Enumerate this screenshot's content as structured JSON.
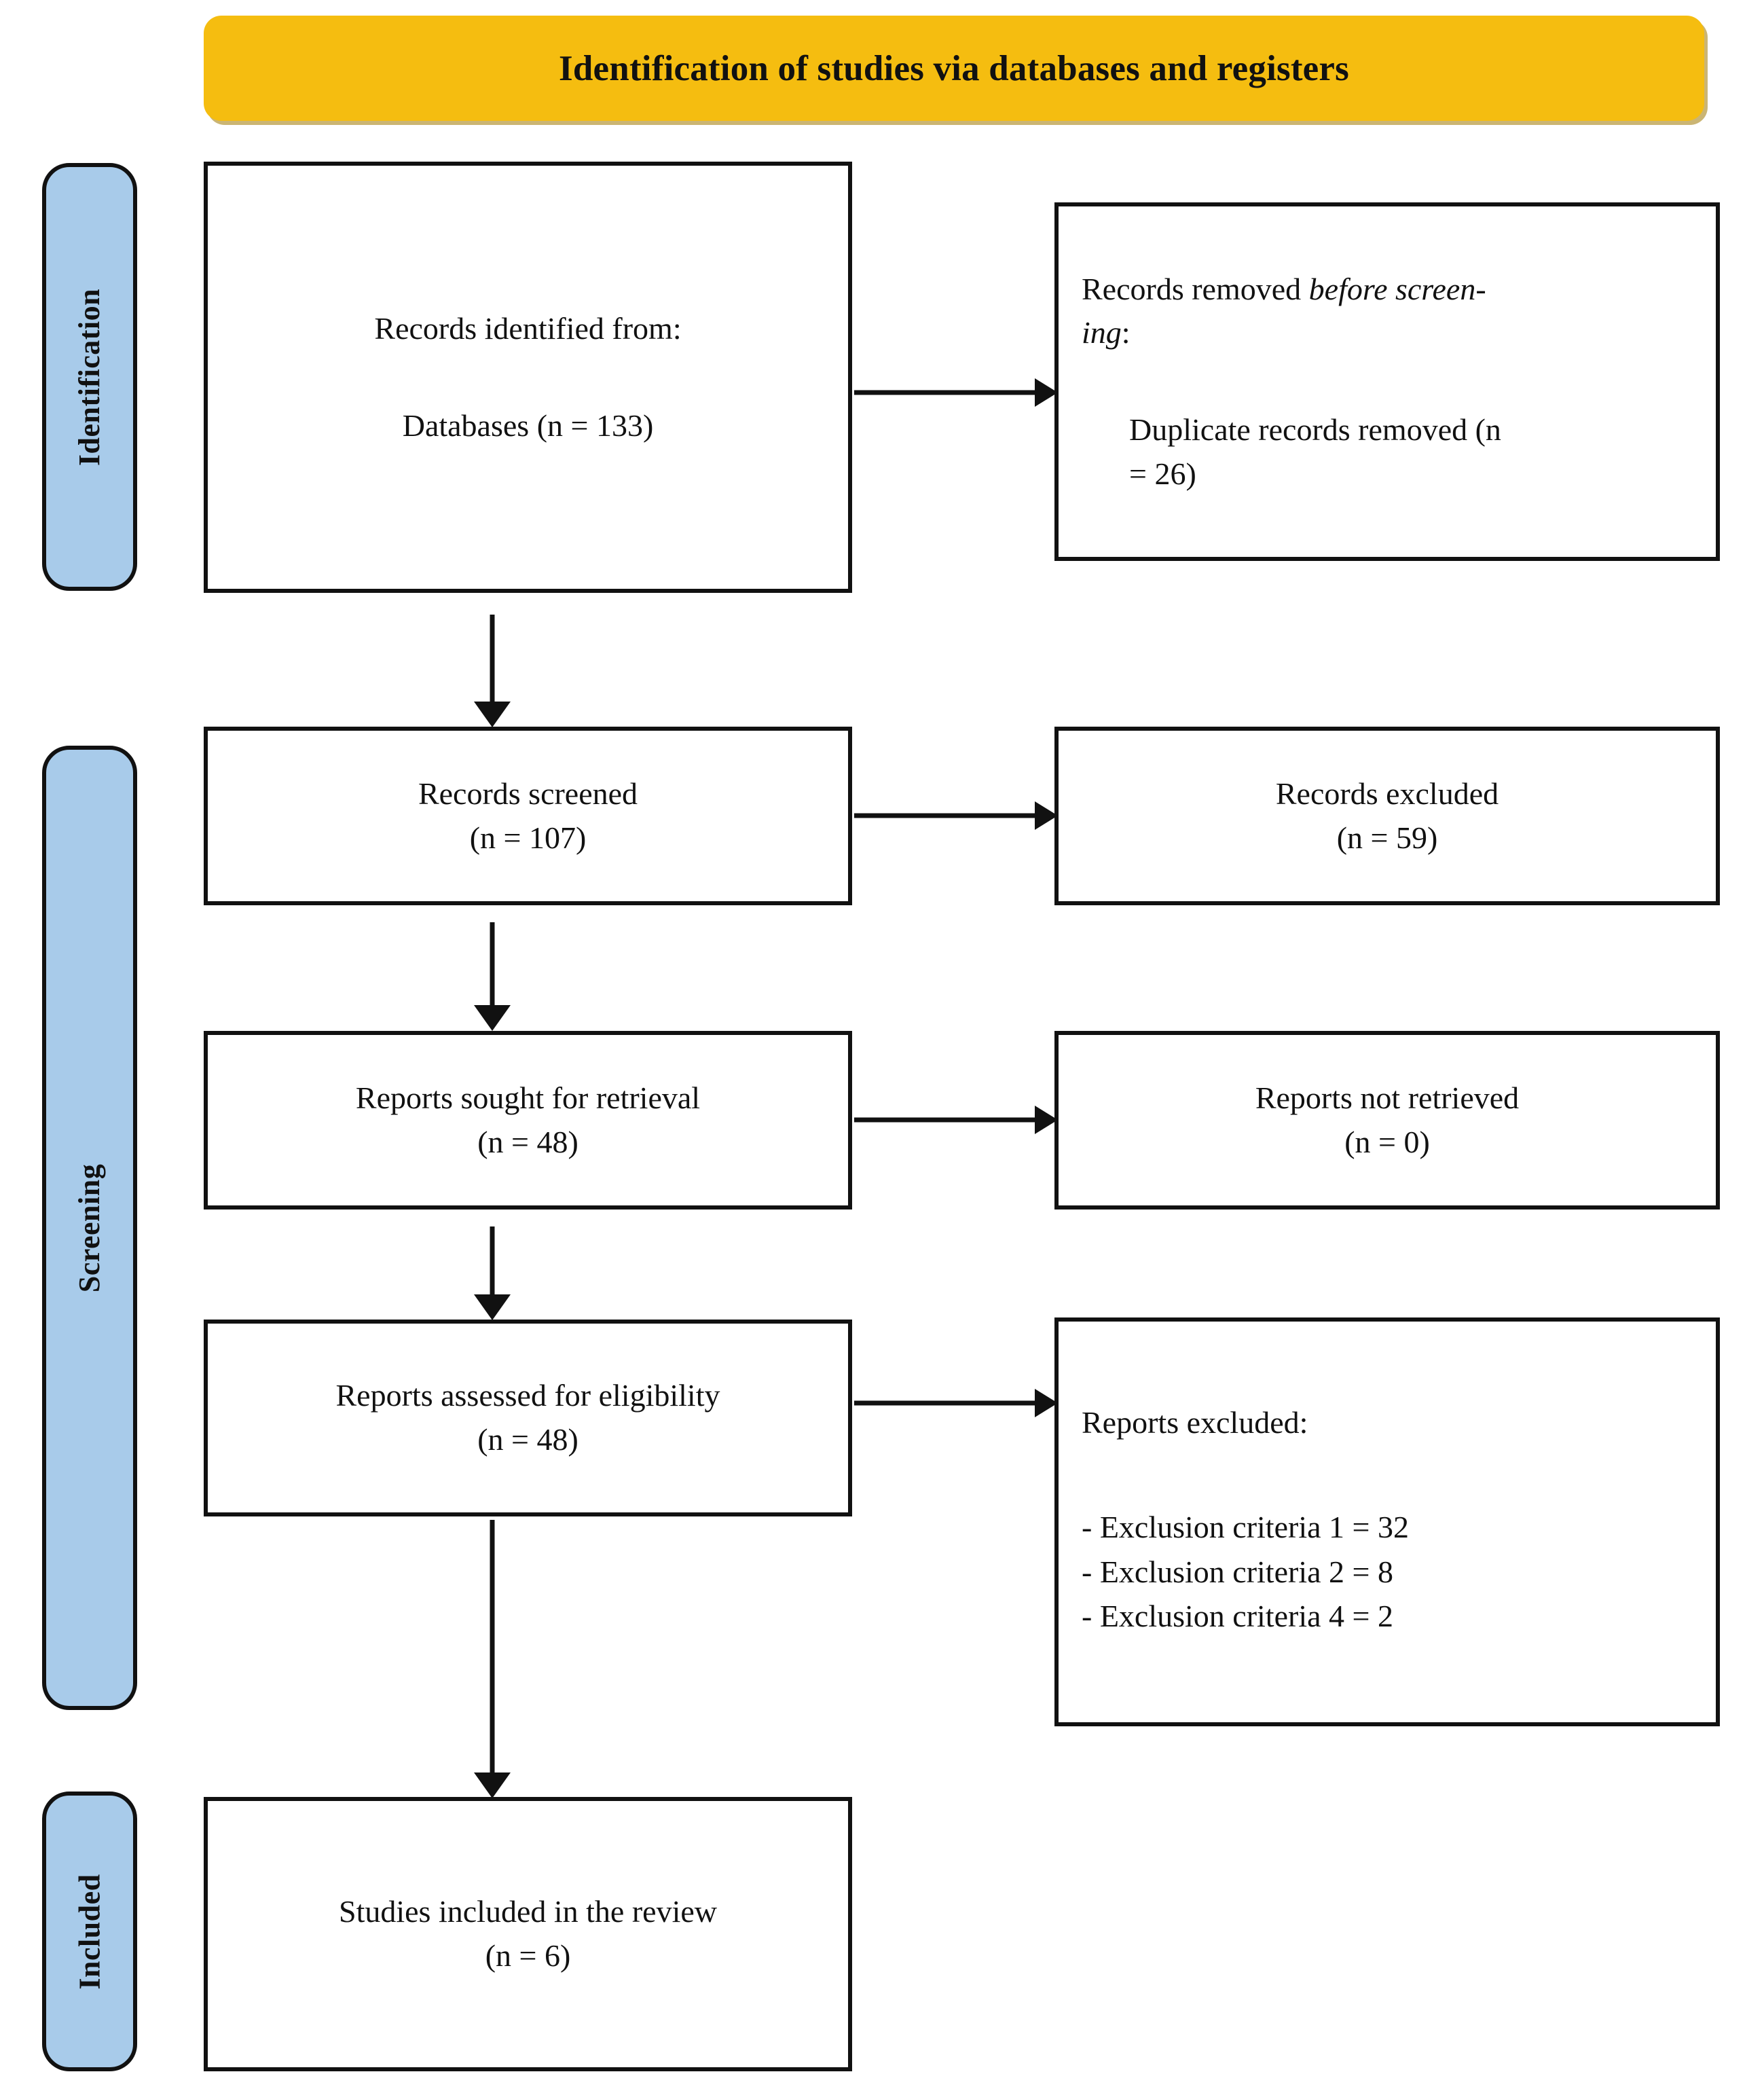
{
  "banner": {
    "title": "Identification of studies via databases and registers"
  },
  "phases": [
    {
      "key": "identification",
      "label": "Identification"
    },
    {
      "key": "screening",
      "label": "Screening"
    },
    {
      "key": "included",
      "label": "Included"
    }
  ],
  "boxes": {
    "identified": {
      "line1": "Records identified from:",
      "line2": "Databases (n = 133)"
    },
    "removed": {
      "line1_prefix": "Records removed ",
      "line1_italic": "before screen-",
      "line2_italic": "ing",
      "line2_suffix": ":",
      "line3": "Duplicate records removed (n",
      "line4": "= 26)"
    },
    "screened": {
      "line1": "Records screened",
      "line2": "(n = 107)"
    },
    "excluded": {
      "line1": "Records excluded",
      "line2": "(n = 59)"
    },
    "sought": {
      "line1": "Reports sought for retrieval",
      "line2": "(n = 48)"
    },
    "not_retrieved": {
      "line1": "Reports not retrieved",
      "line2": "(n = 0)"
    },
    "assessed": {
      "line1": "Reports assessed for eligibility",
      "line2": "(n = 48)"
    },
    "reports_excluded": {
      "title": "Reports excluded:",
      "items": [
        "- Exclusion criteria 1 = 32",
        "- Exclusion criteria 2 = 8",
        "- Exclusion criteria 4 = 2"
      ]
    },
    "included": {
      "line1": "Studies included in the review",
      "line2": "(n = 6)"
    }
  },
  "colors": {
    "banner_fill": "#F5BD10",
    "phase_fill": "#A8CBEA",
    "stroke": "#111111",
    "box_fill": "#FFFFFF"
  },
  "chart_data": {
    "type": "diagram",
    "title": "Identification of studies via databases and registers",
    "nodes": [
      {
        "id": "identified",
        "stage": "Identification",
        "label": "Records identified from: Databases",
        "n": 133
      },
      {
        "id": "removed",
        "stage": "Identification",
        "label": "Records removed before screening: Duplicate records removed",
        "n": 26
      },
      {
        "id": "screened",
        "stage": "Screening",
        "label": "Records screened",
        "n": 107
      },
      {
        "id": "excluded",
        "stage": "Screening",
        "label": "Records excluded",
        "n": 59
      },
      {
        "id": "sought",
        "stage": "Screening",
        "label": "Reports sought for retrieval",
        "n": 48
      },
      {
        "id": "not_retrieved",
        "stage": "Screening",
        "label": "Reports not retrieved",
        "n": 0
      },
      {
        "id": "assessed",
        "stage": "Screening",
        "label": "Reports assessed for eligibility",
        "n": 48
      },
      {
        "id": "reports_excluded",
        "stage": "Screening",
        "label": "Reports excluded",
        "breakdown": [
          {
            "reason": "Exclusion criteria 1",
            "n": 32
          },
          {
            "reason": "Exclusion criteria 2",
            "n": 8
          },
          {
            "reason": "Exclusion criteria 4",
            "n": 2
          }
        ]
      },
      {
        "id": "included",
        "stage": "Included",
        "label": "Studies included in the review",
        "n": 6
      }
    ],
    "edges": [
      {
        "from": "identified",
        "to": "removed",
        "direction": "right"
      },
      {
        "from": "identified",
        "to": "screened",
        "direction": "down"
      },
      {
        "from": "screened",
        "to": "excluded",
        "direction": "right"
      },
      {
        "from": "screened",
        "to": "sought",
        "direction": "down"
      },
      {
        "from": "sought",
        "to": "not_retrieved",
        "direction": "right"
      },
      {
        "from": "sought",
        "to": "assessed",
        "direction": "down"
      },
      {
        "from": "assessed",
        "to": "reports_excluded",
        "direction": "right"
      },
      {
        "from": "assessed",
        "to": "included",
        "direction": "down"
      }
    ]
  }
}
